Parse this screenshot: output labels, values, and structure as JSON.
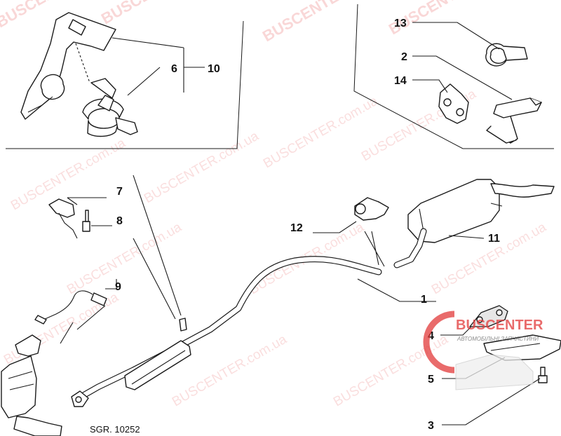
{
  "callouts": {
    "c1": "1",
    "c2": "2",
    "c3": "3",
    "c4": "4",
    "c5": "5",
    "c6": "6",
    "c7": "7",
    "c8": "8",
    "c9": "9",
    "c10": "10",
    "c11": "11",
    "c12": "12",
    "c13": "13",
    "c14": "14"
  },
  "drawing_code": "SGR. 10252",
  "watermark": {
    "brand": "BUSCENTER",
    "site": "BUSCENTER.com.ua",
    "logo_name": "BUSCENTER",
    "logo_tagline": "АВТОМОБІЛЬНІ ЗАПЧАСТИНИ",
    "color": "#e23a3a"
  }
}
